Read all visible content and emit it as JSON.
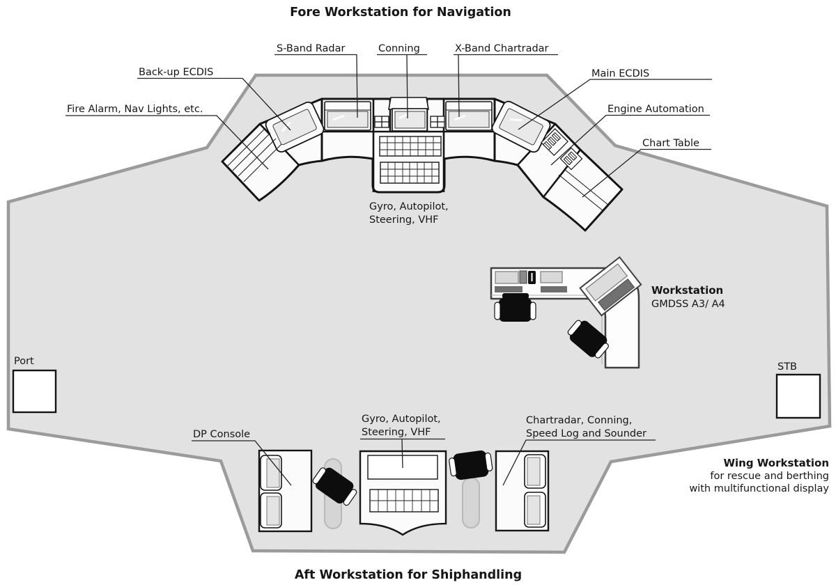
{
  "title_fore": "Fore Workstation for Navigation",
  "title_aft": "Aft Workstation for Shiphandling",
  "fore": {
    "s_band": "S-Band Radar",
    "conning": "Conning",
    "x_band": "X-Band Chartradar",
    "backup_ecdis": "Back-up ECDIS",
    "fire_alarm": "Fire Alarm, Nav Lights, etc.",
    "main_ecdis": "Main ECDIS",
    "engine_automation": "Engine Automation",
    "chart_table": "Chart Table",
    "gyro_line1": "Gyro, Autopilot,",
    "gyro_line2": "Steering, VHF"
  },
  "gmdss": {
    "title": "Workstation",
    "subtitle": "GMDSS A3/ A4"
  },
  "sides": {
    "port": "Port",
    "stb": "STB"
  },
  "aft": {
    "dp_console": "DP Console",
    "gyro_line1": "Gyro, Autopilot,",
    "gyro_line2": "Steering, VHF",
    "chartradar_line1": "Chartradar, Conning,",
    "chartradar_line2": "Speed Log and Sounder"
  },
  "wing": {
    "title": "Wing Workstation",
    "line2": "for rescue and berthing",
    "line3": "with multifunctional display"
  },
  "colors": {
    "room_fill": "#e2e2e2",
    "room_border": "#9b9b9b",
    "line": "#141414",
    "console_fill": "#fbfbfb",
    "screen_fill": "#e9e9e9",
    "chair": "#0d0d0d",
    "desk_border": "#3f3f3f",
    "keyboard_gray": "#6f6f6f",
    "capsule_gray": "#d5d5d5"
  }
}
